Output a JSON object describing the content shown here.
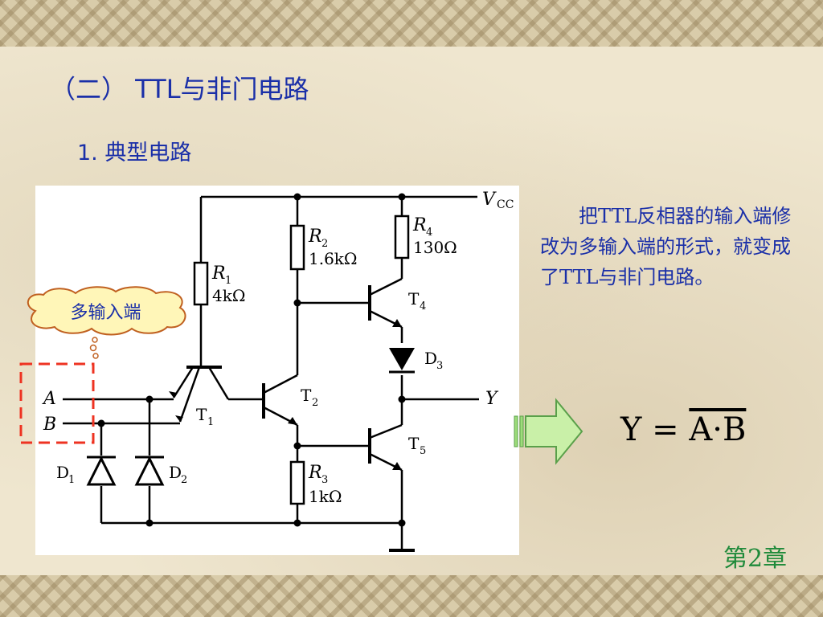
{
  "slide": {
    "title": "（二） TTL与非门电路",
    "subtitle": "1. 典型电路",
    "description": "把TTL反相器的输入端修改为多输入端的形式，就变成了TTL与非门电路。",
    "callout_label": "多输入端",
    "formula": {
      "lhs": "Y",
      "equals": "=",
      "rhs": "A·B"
    },
    "chapter": "第2章"
  },
  "circuit": {
    "vcc": "V",
    "vcc_sub": "CC",
    "R1": {
      "name": "R",
      "sub": "1",
      "value": "4kΩ"
    },
    "R2": {
      "name": "R",
      "sub": "2",
      "value": "1.6kΩ"
    },
    "R3": {
      "name": "R",
      "sub": "3",
      "value": "1kΩ"
    },
    "R4": {
      "name": "R",
      "sub": "4",
      "value": "130Ω"
    },
    "T1": {
      "name": "T",
      "sub": "1"
    },
    "T2": {
      "name": "T",
      "sub": "2"
    },
    "T4": {
      "name": "T",
      "sub": "4"
    },
    "T5": {
      "name": "T",
      "sub": "5"
    },
    "D1": {
      "name": "D",
      "sub": "1"
    },
    "D2": {
      "name": "D",
      "sub": "2"
    },
    "D3": {
      "name": "D",
      "sub": "3"
    },
    "input_a": "A",
    "input_b": "B",
    "output": "Y"
  },
  "colors": {
    "title": "#1a2fa8",
    "chapter": "#1f8a3a",
    "callout_fill": "#fff6b8",
    "arrow_fill": "#c9f0a8",
    "dashed_box": "#ee3322"
  }
}
